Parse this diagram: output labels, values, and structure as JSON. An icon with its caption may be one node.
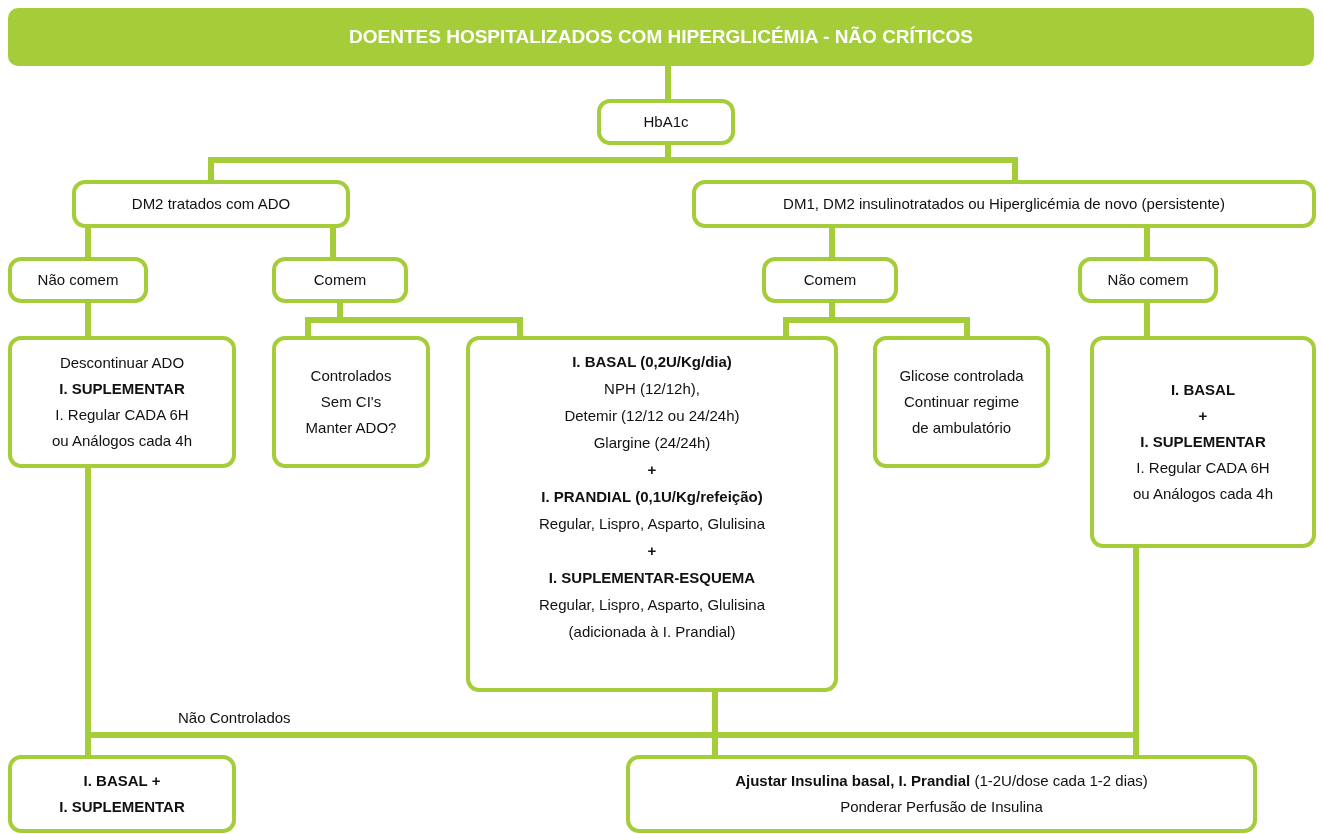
{
  "diagram": {
    "nodes": [
      {
        "text": [
          "DOENTES HOSPITALIZADOS COM HIPERGLICÉMIA - NÃO CRÍTICOS"
        ]
      },
      {
        "text": [
          "HbA1c"
        ]
      },
      {
        "text": [
          "DM2 tratados com ADO"
        ]
      },
      {
        "text": [
          "DM1, DM2 insulinotratados ou Hiperglicémia de novo (persistente)"
        ]
      },
      {
        "text": [
          "Não comem"
        ]
      },
      {
        "text": [
          "Comem"
        ]
      },
      {
        "text": [
          "Comem"
        ]
      },
      {
        "text": [
          "Não comem"
        ]
      },
      {
        "text": [
          "Descontinuar ADO",
          "I. SUPLEMENTAR",
          "I. Regular CADA 6H",
          "ou Análogos cada 4h"
        ]
      },
      {
        "text": [
          "Controlados",
          "Sem CI's",
          "Manter ADO?"
        ]
      },
      {
        "text": [
          "I. BASAL (0,2U/Kg/dia)",
          "NPH (12/12h),",
          "Detemir (12/12 ou 24/24h)",
          "Glargine (24/24h)",
          "+",
          "I. PRANDIAL (0,1U/Kg/refeição)",
          "Regular, Lispro, Asparto, Glulisina",
          "+",
          "I. SUPLEMENTAR-ESQUEMA",
          "Regular, Lispro, Asparto, Glulisina",
          "(adicionada à I. Prandial)"
        ]
      },
      {
        "text": [
          "Glicose controlada",
          "Continuar regime",
          "de ambulatório"
        ]
      },
      {
        "text": [
          "I. BASAL",
          "+",
          "I. SUPLEMENTAR",
          "I. Regular CADA 6H",
          "ou Análogos cada 4h"
        ]
      },
      {
        "text": [
          "I. BASAL +",
          "I. SUPLEMENTAR"
        ]
      },
      {
        "text": [
          "**Ajustar Insulina basal, I. Prandial** (1-2U/dose cada 1-2 dias)",
          "Ponderar Perfusão de Insulina"
        ]
      }
    ],
    "edges": [
      {
        "from": 0,
        "to": 1,
        "arrow": "none"
      },
      {
        "from": 1,
        "to": 2,
        "arrow": "none"
      },
      {
        "from": 1,
        "to": 3,
        "arrow": "none"
      },
      {
        "from": 2,
        "to": 4,
        "arrow": "none"
      },
      {
        "from": 2,
        "to": 5,
        "arrow": "none"
      },
      {
        "from": 3,
        "to": 6,
        "arrow": "none"
      },
      {
        "from": 3,
        "to": 7,
        "arrow": "none"
      },
      {
        "from": 4,
        "to": 8,
        "arrow": "none"
      },
      {
        "from": 5,
        "to": 9,
        "arrow": "none"
      },
      {
        "from": 5,
        "to": 10,
        "arrow": "none"
      },
      {
        "from": 6,
        "to": 10,
        "arrow": "none"
      },
      {
        "from": 6,
        "to": 11,
        "arrow": "none"
      },
      {
        "from": 7,
        "to": 12,
        "arrow": "none"
      },
      {
        "from": 8,
        "to": 13,
        "arrow": "none"
      },
      {
        "from": 8,
        "to": 14,
        "arrow": "none",
        "label": "Não Controlados"
      },
      {
        "from": 10,
        "to": 14,
        "arrow": "none"
      },
      {
        "from": 12,
        "to": 14,
        "arrow": "none"
      },
      {
        "from": 12,
        "to": 13,
        "arrow": "none"
      }
    ]
  }
}
